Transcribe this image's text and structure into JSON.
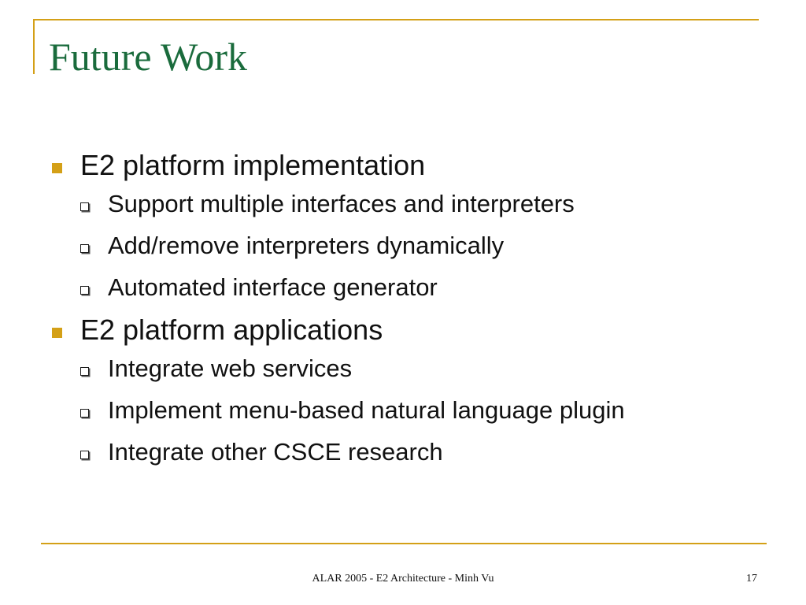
{
  "slide": {
    "title": "Future Work",
    "sections": [
      {
        "heading": "E2 platform implementation",
        "items": [
          "Support multiple interfaces and interpreters",
          "Add/remove interpreters dynamically",
          "Automated interface generator"
        ]
      },
      {
        "heading": "E2 platform applications",
        "items": [
          "Integrate web services",
          "Implement menu-based natural language plugin",
          "Integrate other CSCE research"
        ]
      }
    ],
    "footer": "ALAR 2005 - E2 Architecture - Minh Vu",
    "page_number": "17"
  },
  "colors": {
    "accent": "#d4a017",
    "title": "#1a6b3c",
    "text": "#111111"
  }
}
